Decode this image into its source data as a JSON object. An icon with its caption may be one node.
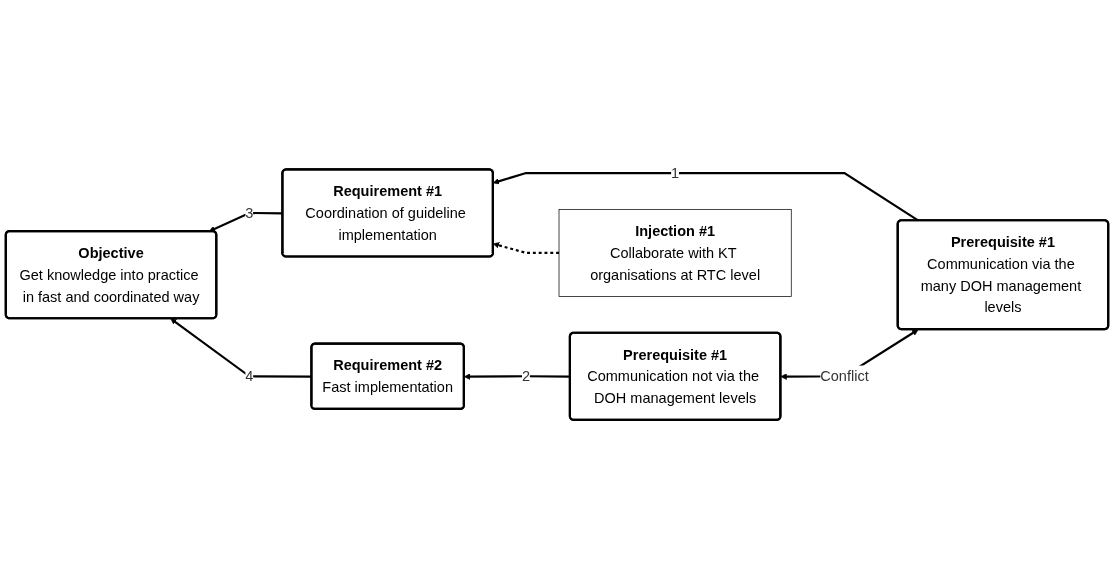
{
  "diagram": {
    "nodes": [
      {
        "text": [
          "Objective",
          "Get knowledge into practice in fast and coordinated way"
        ]
      },
      {
        "text": [
          "Requirement #1",
          "Coordination of guideline implementation"
        ]
      },
      {
        "text": [
          "Requirement #2",
          "Fast implementation"
        ]
      },
      {
        "text": [
          "Prerequisite #1",
          "Communication via the many DOH management levels"
        ]
      },
      {
        "text": [
          "Prerequisite #1",
          "Communication not via the DOH management levels"
        ]
      },
      {
        "text": [
          "Injection #1",
          "Collaborate with KT organisations at RTC level"
        ]
      }
    ],
    "edges": [
      {
        "from": 1,
        "to": 0,
        "arrow": "to",
        "label": "3"
      },
      {
        "from": 2,
        "to": 0,
        "arrow": "to",
        "label": "4"
      },
      {
        "from": 3,
        "to": 1,
        "arrow": "to",
        "label": "1"
      },
      {
        "from": 4,
        "to": 2,
        "arrow": "to",
        "label": "2"
      },
      {
        "from": 3,
        "to": 4,
        "arrow": "both",
        "label": "Conflict"
      },
      {
        "from": 5,
        "to": 1,
        "arrow": "to",
        "style": "dashed"
      }
    ]
  }
}
